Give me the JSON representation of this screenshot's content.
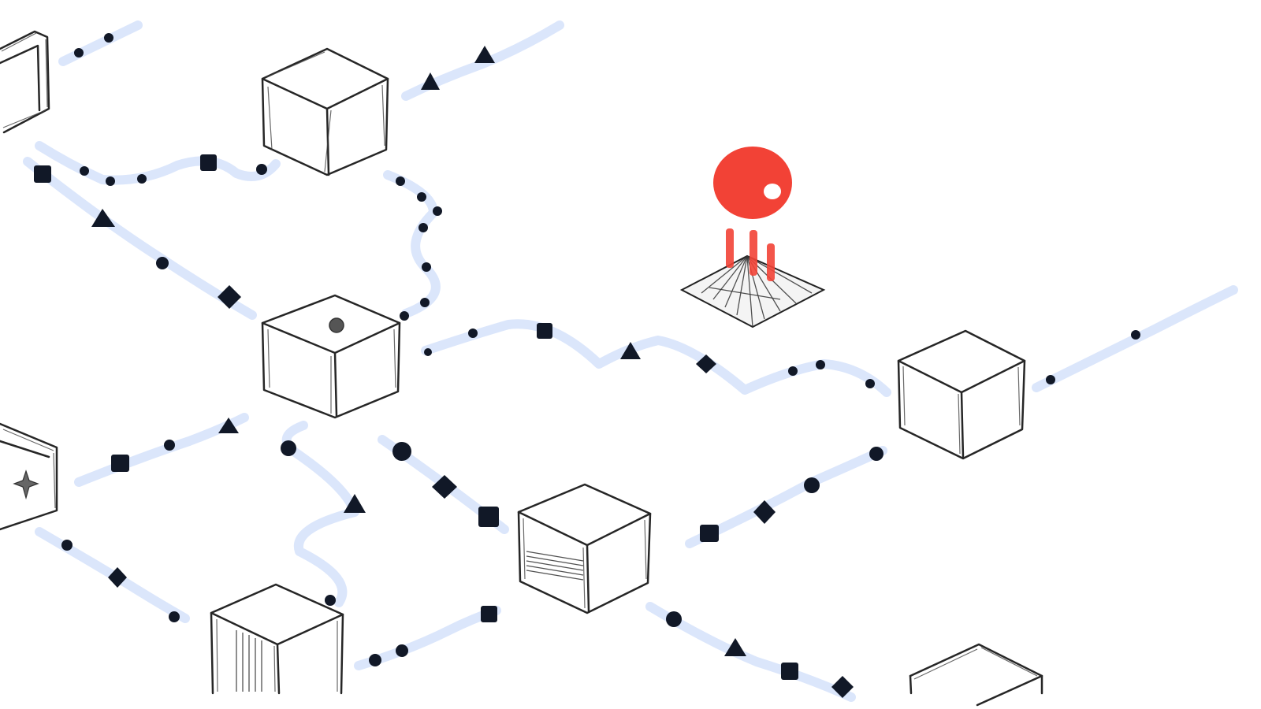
{
  "colors": {
    "background": "#ffffff",
    "path_glow": "#dbe6fb",
    "token": "#111827",
    "cube_outline": "#262626",
    "marker_red": "#f24236",
    "marker_highlight": "#ffffff"
  },
  "nodes": [
    {
      "id": "cube-top-left-edge",
      "kind": "cube",
      "icon": "none"
    },
    {
      "id": "cube-top-center",
      "kind": "cube",
      "icon": "none"
    },
    {
      "id": "cube-center-with-dot",
      "kind": "cube",
      "icon": "dot-icon"
    },
    {
      "id": "cube-left-with-star",
      "kind": "cube",
      "icon": "star-icon"
    },
    {
      "id": "cube-right",
      "kind": "cube",
      "icon": "none"
    },
    {
      "id": "cube-middle-lower",
      "kind": "cube",
      "icon": "none"
    },
    {
      "id": "cube-bottom-left",
      "kind": "cube",
      "icon": "none"
    },
    {
      "id": "cube-bottom-right-edge",
      "kind": "cube",
      "icon": "none"
    },
    {
      "id": "location-marker",
      "kind": "pin",
      "icon": "location-pin-icon"
    }
  ],
  "token_shapes": [
    "circle",
    "square",
    "triangle",
    "diamond"
  ]
}
